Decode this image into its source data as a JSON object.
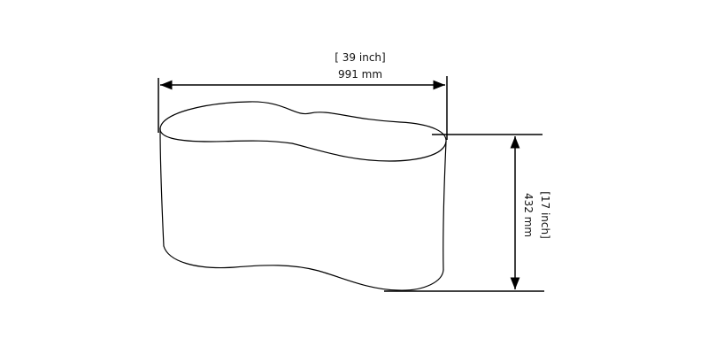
{
  "diagram": {
    "width_dimension": {
      "imperial": "[ 39 inch]",
      "metric": "991 mm"
    },
    "height_dimension": {
      "imperial": "[17 inch]",
      "metric": "432 mm"
    },
    "colors": {
      "line": "#000000",
      "background": "#ffffff"
    }
  }
}
